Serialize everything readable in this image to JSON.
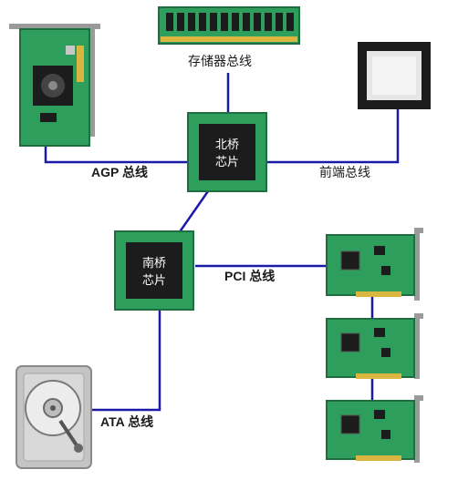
{
  "labels": {
    "memory_bus": "存储器总线",
    "agp_bus": "AGP 总线",
    "front_side_bus": "前端总线",
    "pci_bus": "PCI 总线",
    "ata_bus": "ATA 总线"
  },
  "northbridge": {
    "line1": "北桥",
    "line2": "芯片"
  },
  "southbridge": {
    "line1": "南桥",
    "line2": "芯片"
  },
  "colors": {
    "bus_line": "#1a1aa8",
    "board_green": "#2e9e5c",
    "board_dark": "#1f6e40",
    "chip_dark": "#1c1c1c",
    "gold": "#d8b640"
  }
}
